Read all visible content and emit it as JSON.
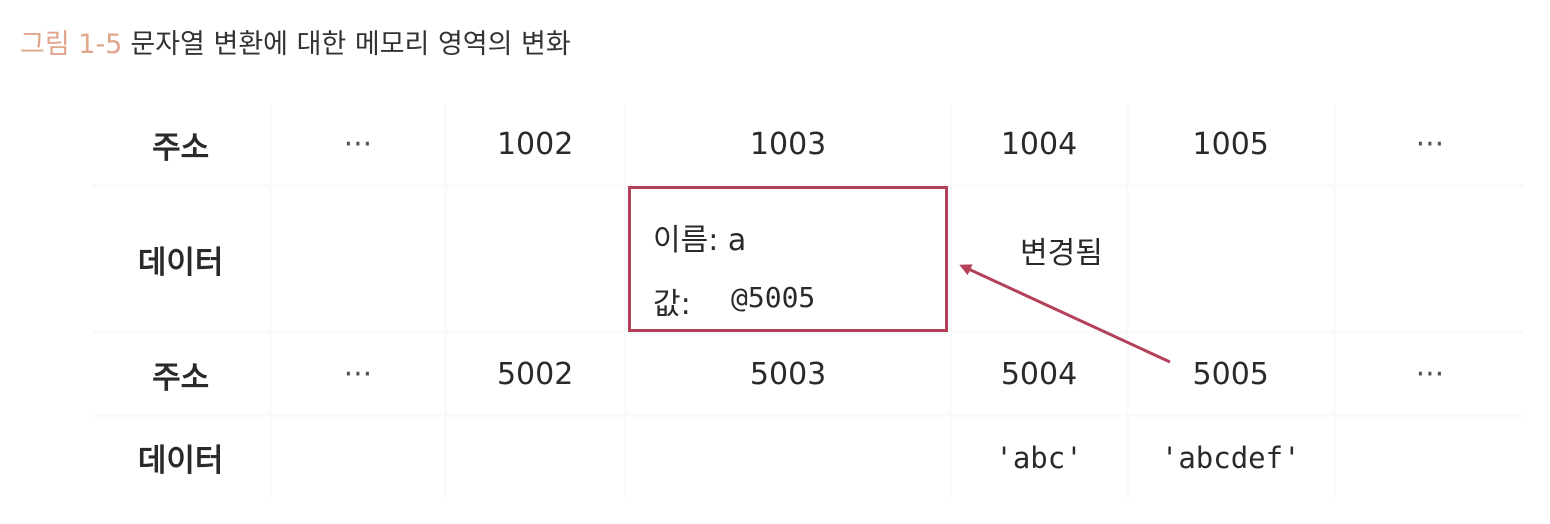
{
  "caption": {
    "label": "그림 1-5",
    "text": "문자열 변환에 대한 메모리 영역의 변화"
  },
  "rows": [
    {
      "header": "주소",
      "cells": [
        "···",
        "1002",
        "1003",
        "1004",
        "1005",
        "···"
      ]
    },
    {
      "header": "데이터",
      "cells": [
        "",
        "",
        "",
        "",
        "",
        ""
      ]
    },
    {
      "header": "주소",
      "cells": [
        "···",
        "5002",
        "5003",
        "5004",
        "5005",
        "···"
      ]
    },
    {
      "header": "데이터",
      "cells": [
        "",
        "",
        "",
        "'abc'",
        "'abcdef'",
        ""
      ]
    }
  ],
  "highlight": {
    "name": "이름: a",
    "value_label": "값:",
    "value": "@5005"
  },
  "annotation": {
    "changed": "변경됨"
  },
  "colors": {
    "caption_label": "#e0a58a",
    "highlight_border": "#b3415a",
    "arrow": "#b3415a",
    "grid_line": "#fafafa"
  }
}
